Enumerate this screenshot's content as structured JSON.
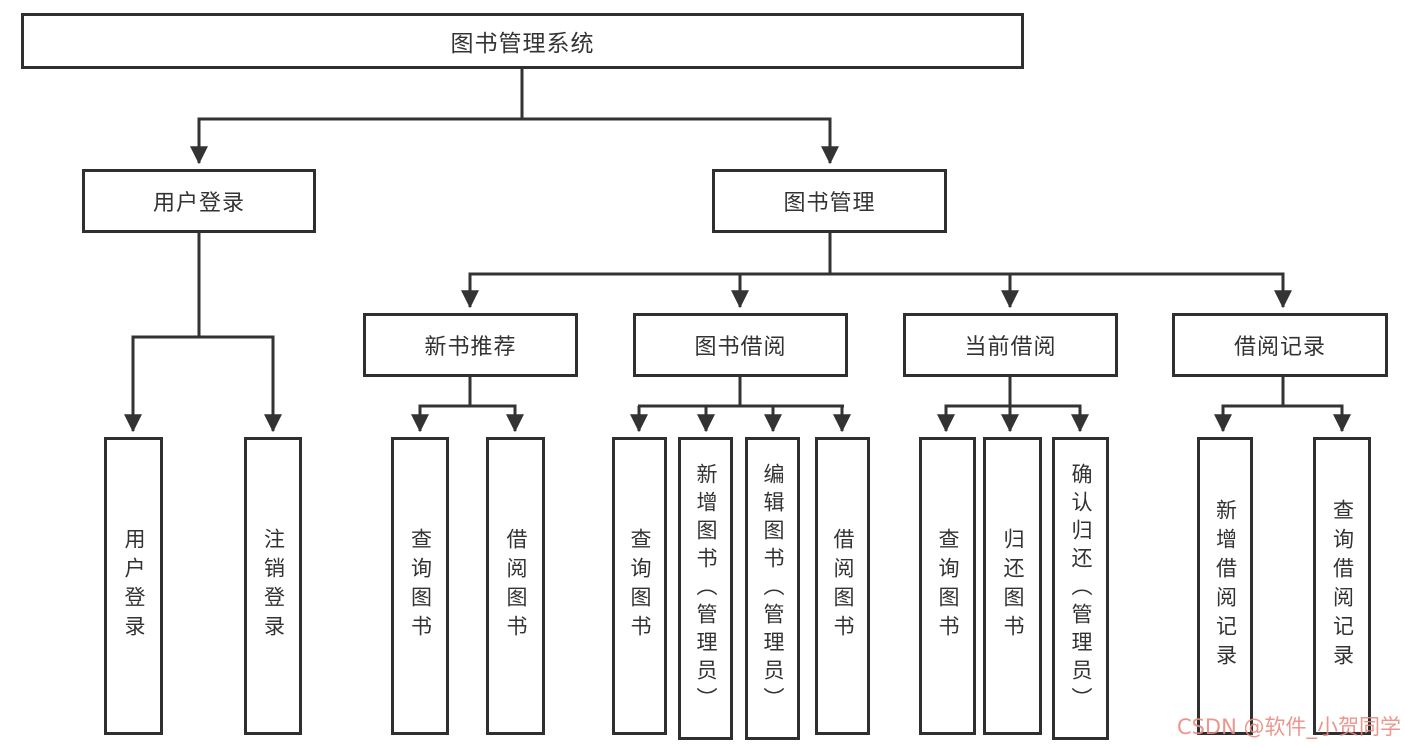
{
  "diagram": {
    "title": "图书管理系统",
    "level2": {
      "user_login": "用户登录",
      "book_mgmt": "图书管理"
    },
    "level3": {
      "new_book_rec": "新书推荐",
      "book_borrow": "图书借阅",
      "current_borrow": "当前借阅",
      "borrow_record": "借阅记录"
    },
    "leaves": {
      "login": "用户登录",
      "logout": "注销登录",
      "rec_query": "查询图书",
      "rec_borrow": "借阅图书",
      "bb_query": "查询图书",
      "bb_add": "新增图书（管理员）",
      "bb_edit": "编辑图书（管理员）",
      "bb_borrow": "借阅图书",
      "cb_query": "查询图书",
      "cb_return": "归还图书",
      "cb_confirm": "确认归还（管理员）",
      "br_add": "新增借阅记录",
      "br_query": "查询借阅记录"
    }
  },
  "watermark": {
    "text": "CSDN @软件_小贺同学",
    "color": "#e98b82"
  },
  "colors": {
    "line": "#333333",
    "box_border": "#2f2f2f",
    "box_background": "#ffffff",
    "text": "#333333",
    "page_background": "#ffffff"
  }
}
